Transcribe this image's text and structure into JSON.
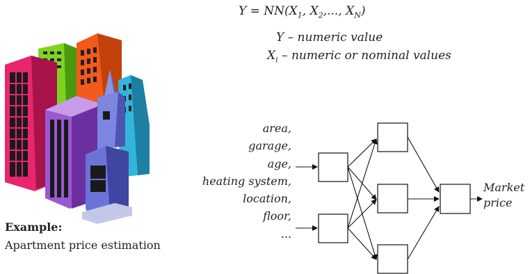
{
  "formula": {
    "lhs": "Y",
    "eq": " = NN(",
    "x1": "X",
    "s1": "1",
    "sep1": ", ",
    "x2": "X",
    "s2": "2",
    "sep2": ",..., ",
    "xn": "X",
    "sn": "N",
    "close": ")"
  },
  "legend": {
    "y_line": "Y  – numeric value",
    "xi_var": "X",
    "xi_sub": "i",
    "xi_text": " – numeric or nominal values"
  },
  "inputs": [
    "area,",
    "garage,",
    "age,",
    "heating system,",
    "location,",
    "floor,",
    "..."
  ],
  "output": {
    "line1": "Market",
    "line2": "price"
  },
  "example": {
    "title": "Example:",
    "text": "Apartment price estimation"
  }
}
